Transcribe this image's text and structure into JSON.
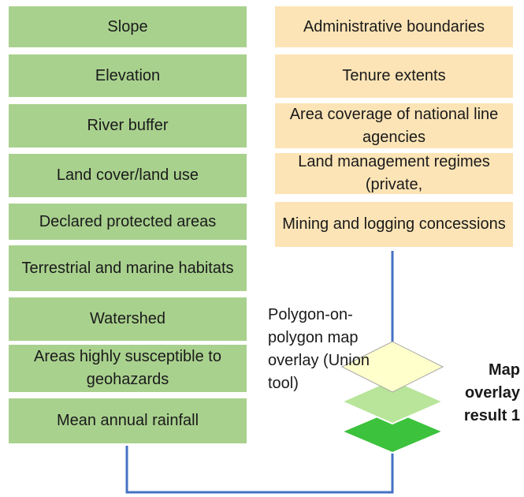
{
  "left_layers": [
    "Slope",
    "Elevation",
    "River buffer",
    "Land cover/land use",
    "Declared protected areas",
    "Terrestrial and marine habitats",
    "Watershed",
    "Areas highly susceptible to geohazards",
    "Mean annual rainfall"
  ],
  "right_layers": [
    "Administrative boundaries",
    "Tenure extents",
    "Area coverage of national line agencies",
    "Land management regimes (private,",
    "Mining and logging concessions"
  ],
  "overlay_caption": "Polygon-on-polygon map overlay (Union tool)",
  "result_label": "Map overlay result 1",
  "colors": {
    "left_box": "#a9d18e",
    "right_box": "#fce4b6",
    "connector": "#4472c4",
    "stack_top": "#ffffcc",
    "stack_middle": "#b8e59a",
    "stack_bottom": "#3cc23c"
  }
}
